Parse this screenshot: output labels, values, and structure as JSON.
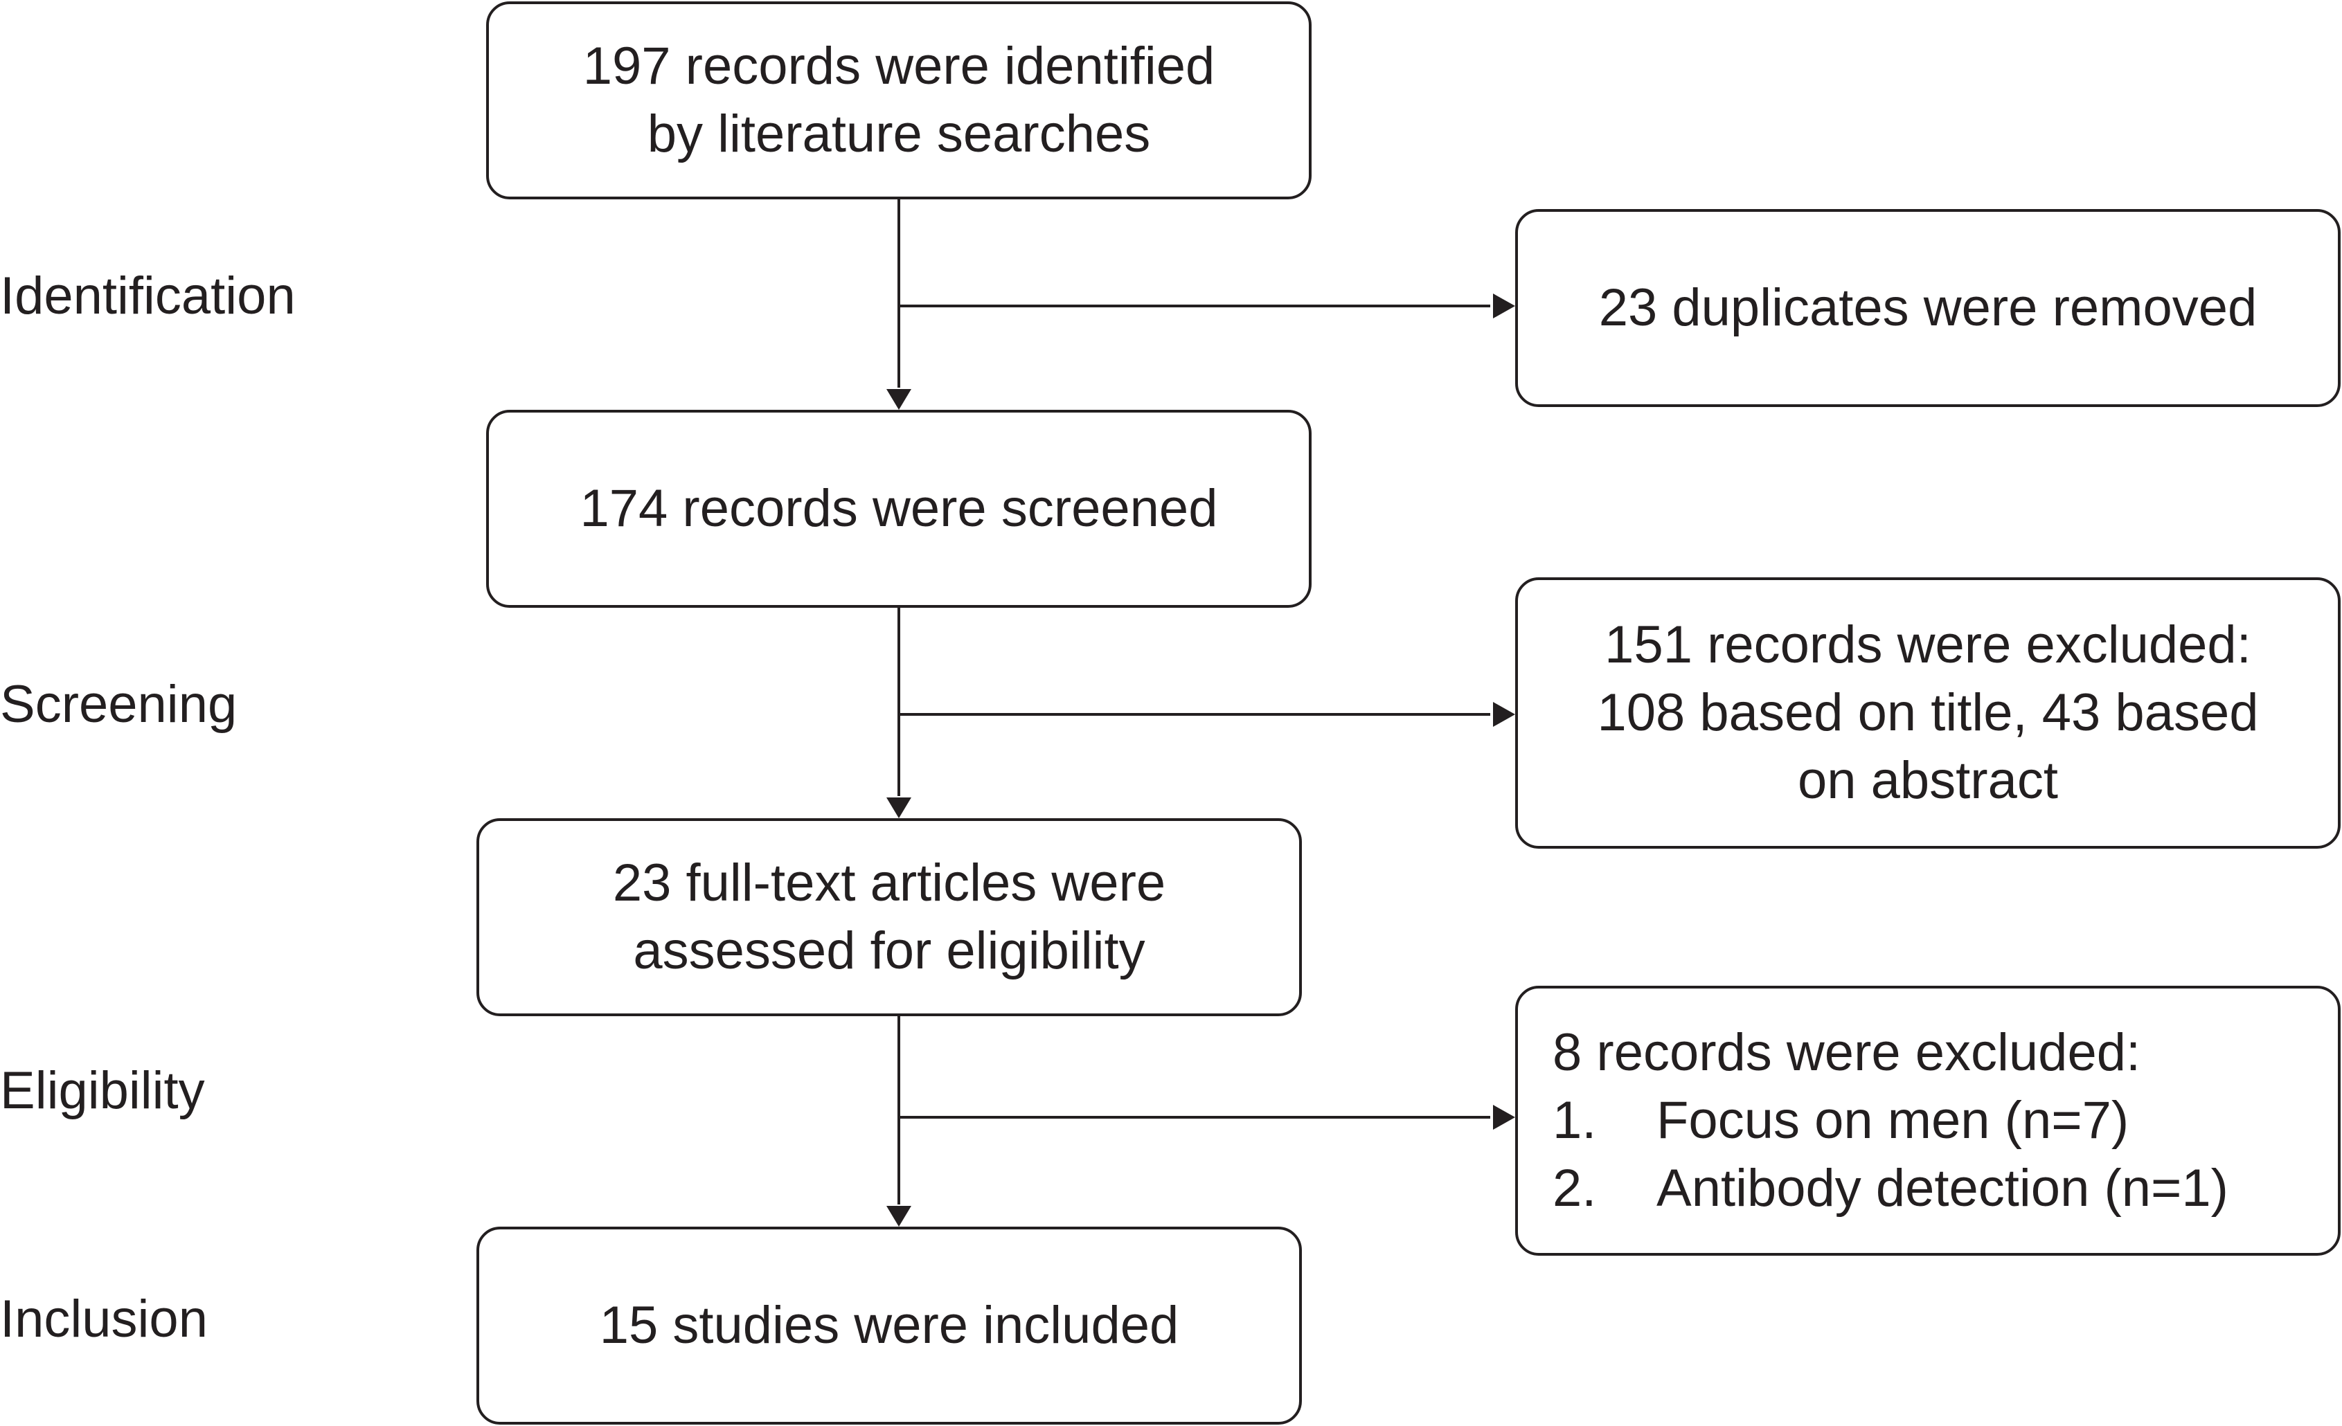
{
  "stages": {
    "identification": "Identification",
    "screening": "Screening",
    "eligibility": "Eligibility",
    "inclusion": "Inclusion"
  },
  "boxes": {
    "identified": {
      "lines": [
        "197 records were identified",
        "by literature searches"
      ]
    },
    "screened": {
      "lines": [
        "174 records were screened"
      ]
    },
    "assessed": {
      "lines": [
        "23 full-text articles were",
        "assessed for eligibility"
      ]
    },
    "included": {
      "lines": [
        "15 studies were included"
      ]
    },
    "duplicates": {
      "lines": [
        "23 duplicates were removed"
      ]
    },
    "excluded_screening": {
      "lines": [
        "151 records were excluded:",
        "108 based on title, 43 based",
        "on abstract"
      ]
    },
    "excluded_eligibility": {
      "heading": "8 records were excluded:",
      "items": [
        {
          "num": "1.",
          "text": "Focus on men (n=7)"
        },
        {
          "num": "2.",
          "text": "Antibody detection (n=1)"
        }
      ]
    }
  },
  "colors": {
    "stroke": "#231f20",
    "background": "#ffffff"
  }
}
